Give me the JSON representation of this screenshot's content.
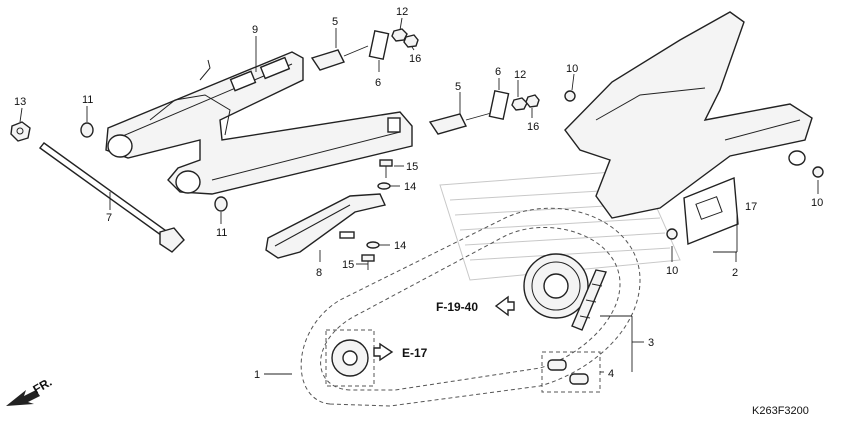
{
  "callouts": [
    "1",
    "2",
    "3",
    "4",
    "5",
    "5",
    "6",
    "6",
    "7",
    "8",
    "9",
    "10",
    "10",
    "10",
    "11",
    "11",
    "12",
    "12",
    "13",
    "14",
    "14",
    "15",
    "15",
    "16",
    "16",
    "17"
  ],
  "refs": {
    "frame_ref": "F-19-40",
    "engine_ref": "E-17"
  },
  "direction_label": "FR.",
  "diagram_code": "K263F3200"
}
